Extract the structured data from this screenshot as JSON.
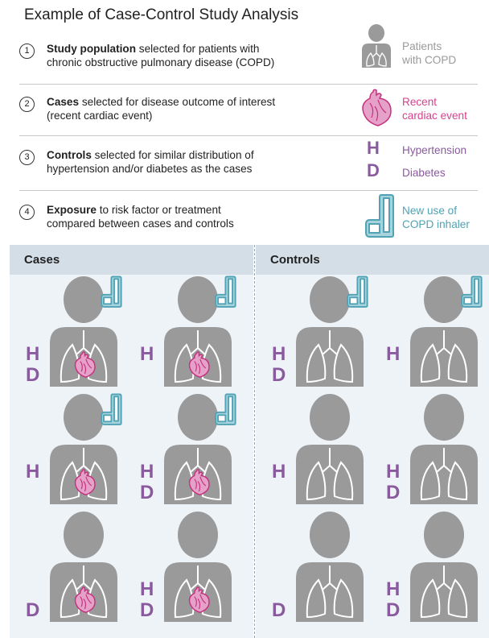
{
  "title": "Example of Case-Control Study Analysis",
  "steps": [
    {
      "num": "1",
      "bold": "Study population",
      "rest": " selected for patients with",
      "line2": "chronic obstructive pulmonary disease (COPD)"
    },
    {
      "num": "2",
      "bold": "Cases",
      "rest": " selected for disease outcome of interest",
      "line2": "(recent cardiac event)"
    },
    {
      "num": "3",
      "bold": "Controls",
      "rest": " selected for similar distribution of",
      "line2": "hypertension and/or diabetes as the cases"
    },
    {
      "num": "4",
      "bold": "Exposure",
      "rest": " to risk factor or treatment",
      "line2": "compared between cases and controls"
    }
  ],
  "legend": {
    "patients": {
      "line1": "Patients",
      "line2": "with COPD",
      "color": "#9a9a9a"
    },
    "cardiac": {
      "line1": "Recent",
      "line2": "cardiac event",
      "color": "#d6418f"
    },
    "hypertension": {
      "letter": "H",
      "label": "Hypertension",
      "color": "#8a5a9e"
    },
    "diabetes": {
      "letter": "D",
      "label": "Diabetes",
      "color": "#8a5a9e"
    },
    "inhaler": {
      "line1": "New use of",
      "line2": "COPD inhaler",
      "color": "#4fa3b4"
    }
  },
  "panels": {
    "cases": "Cases",
    "controls": "Controls"
  },
  "figures": [
    {
      "group": "cases",
      "row": 0,
      "col": 0,
      "h": true,
      "d": true,
      "heart": true,
      "inhaler": true
    },
    {
      "group": "cases",
      "row": 0,
      "col": 1,
      "h": true,
      "d": false,
      "heart": true,
      "inhaler": true
    },
    {
      "group": "cases",
      "row": 1,
      "col": 0,
      "h": true,
      "d": false,
      "heart": true,
      "inhaler": true
    },
    {
      "group": "cases",
      "row": 1,
      "col": 1,
      "h": true,
      "d": true,
      "heart": true,
      "inhaler": true
    },
    {
      "group": "cases",
      "row": 2,
      "col": 0,
      "h": false,
      "d": true,
      "heart": true,
      "inhaler": false
    },
    {
      "group": "cases",
      "row": 2,
      "col": 1,
      "h": true,
      "d": true,
      "heart": true,
      "inhaler": false
    },
    {
      "group": "controls",
      "row": 0,
      "col": 0,
      "h": true,
      "d": true,
      "heart": false,
      "inhaler": true
    },
    {
      "group": "controls",
      "row": 0,
      "col": 1,
      "h": true,
      "d": false,
      "heart": false,
      "inhaler": true
    },
    {
      "group": "controls",
      "row": 1,
      "col": 0,
      "h": true,
      "d": false,
      "heart": false,
      "inhaler": false
    },
    {
      "group": "controls",
      "row": 1,
      "col": 1,
      "h": true,
      "d": true,
      "heart": false,
      "inhaler": false
    },
    {
      "group": "controls",
      "row": 2,
      "col": 0,
      "h": false,
      "d": true,
      "heart": false,
      "inhaler": false
    },
    {
      "group": "controls",
      "row": 2,
      "col": 1,
      "h": true,
      "d": true,
      "heart": false,
      "inhaler": false
    }
  ]
}
